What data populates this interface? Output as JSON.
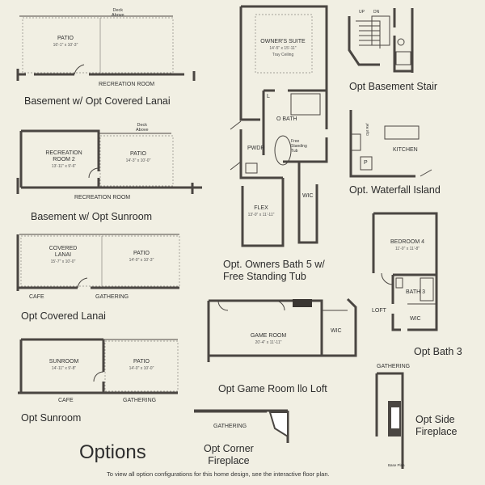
{
  "title": "Options",
  "footnote": "To view all option configurations for this home design, see the interactive floor plan.",
  "captions": {
    "basement_lanai": "Basement w/  Opt Covered Lanai",
    "basement_sunroom": "Basement w/ Opt Sunroom",
    "covered_lanai": "Opt Covered Lanai",
    "sunroom": "Opt Sunroom",
    "owners_bath": "Opt. Owners Bath 5 w/\nFree Standing Tub",
    "game_room": "Opt Game Room llo Loft",
    "corner_fireplace": "Opt Corner\nFireplace",
    "basement_stair": "Opt Basement Stair",
    "waterfall_island": "Opt. Waterfall Island",
    "bath3": "Opt Bath 3",
    "side_fireplace": "Opt Side\nFireplace"
  },
  "rooms": {
    "patio1": "PATIO",
    "patio1_dim": "16'-1\" x 10'-3\"",
    "deck1": "Deck\nAbove",
    "rec1": "RECREATION ROOM",
    "rec2": "RECREATION\nROOM 2",
    "rec2_dim": "13'-11\" x 9'-6\"",
    "patio2": "PATIO",
    "patio2_dim": "14'-3\" x 10'-0\"",
    "deck2": "Deck\nAbove",
    "rec3": "RECREATION ROOM",
    "lanai": "COVERED\nLANAI",
    "lanai_dim": "15'-7\" x 10'-0\"",
    "patio3": "PATIO",
    "patio3_dim": "14'-0\" x 10'-3\"",
    "cafe1": "CAFE",
    "gathering1": "GATHERING",
    "sunroom": "SUNROOM",
    "sunroom_dim": "14'-11\" x 9'-8\"",
    "patio4": "PATIO",
    "patio4_dim": "14'-0\" x 10'-0\"",
    "cafe2": "CAFE",
    "gathering2": "GATHERING",
    "owners_suite": "OWNER'S SUITE",
    "owners_dim": "14'-5\" x 15'-11\"",
    "owners_ceiling": "Tray Ceiling",
    "l": "L",
    "o_bath": "O BATH",
    "pwdr": "PWDR",
    "tub": "Free\nStanding\nTub",
    "wic1": "WIC",
    "flex": "FLEX",
    "flex_dim": "13'-0\" x 11'-11\"",
    "game": "GAME ROOM",
    "game_dim": "20'-4\" x 11'-11\"",
    "wic2": "WIC",
    "gathering3": "GATHERING",
    "up": "UP",
    "dn": "DN",
    "kitchen": "KITCHEN",
    "p": "P",
    "ref": "Opt Ref",
    "bedroom4": "BEDROOM 4",
    "bedroom4_dim": "11'-0\" x 11'-8\"",
    "bath3": "BATH 3",
    "loft": "LOFT",
    "wic3": "WIC",
    "gathering4": "GATHERING",
    "base_plan": "Base Plan"
  }
}
